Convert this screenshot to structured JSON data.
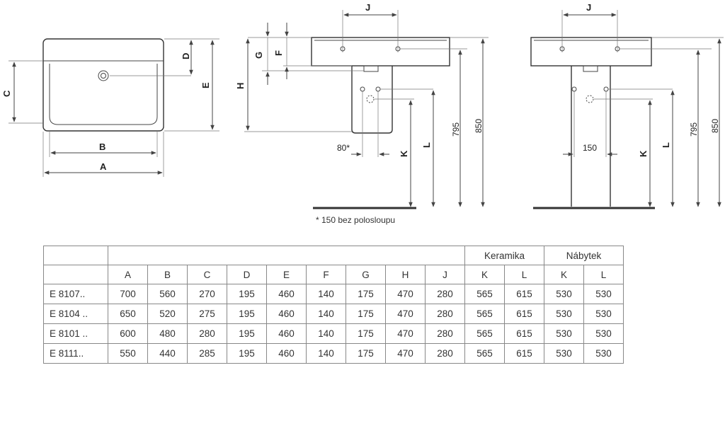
{
  "drawing_labels": {
    "top_view": {
      "a": "A",
      "b": "B",
      "c": "C",
      "d": "D",
      "e": "E"
    },
    "side_view": {
      "j": "J",
      "g": "G",
      "f": "F",
      "h": "H",
      "k": "K",
      "l": "L",
      "angle": "80*",
      "h795": "795",
      "h850": "850"
    },
    "front_view": {
      "j": "J",
      "k": "K",
      "l": "L",
      "w150": "150",
      "h795": "795",
      "h850": "850"
    }
  },
  "note": "* 150 bez polosloupu",
  "table": {
    "group_headers": [
      "Keramika",
      "Nábytek"
    ],
    "columns": [
      "A",
      "B",
      "C",
      "D",
      "E",
      "F",
      "G",
      "H",
      "J",
      "K",
      "L",
      "K",
      "L"
    ],
    "rows": [
      {
        "code": "E 8107..",
        "values": [
          "700",
          "560",
          "270",
          "195",
          "460",
          "140",
          "175",
          "470",
          "280",
          "565",
          "615",
          "530",
          "530"
        ]
      },
      {
        "code": "E 8104 ..",
        "values": [
          "650",
          "520",
          "275",
          "195",
          "460",
          "140",
          "175",
          "470",
          "280",
          "565",
          "615",
          "530",
          "530"
        ]
      },
      {
        "code": "E 8101 ..",
        "values": [
          "600",
          "480",
          "280",
          "195",
          "460",
          "140",
          "175",
          "470",
          "280",
          "565",
          "615",
          "530",
          "530"
        ]
      },
      {
        "code": "E 8111..",
        "values": [
          "550",
          "440",
          "285",
          "195",
          "460",
          "140",
          "175",
          "470",
          "280",
          "565",
          "615",
          "530",
          "530"
        ]
      }
    ]
  }
}
